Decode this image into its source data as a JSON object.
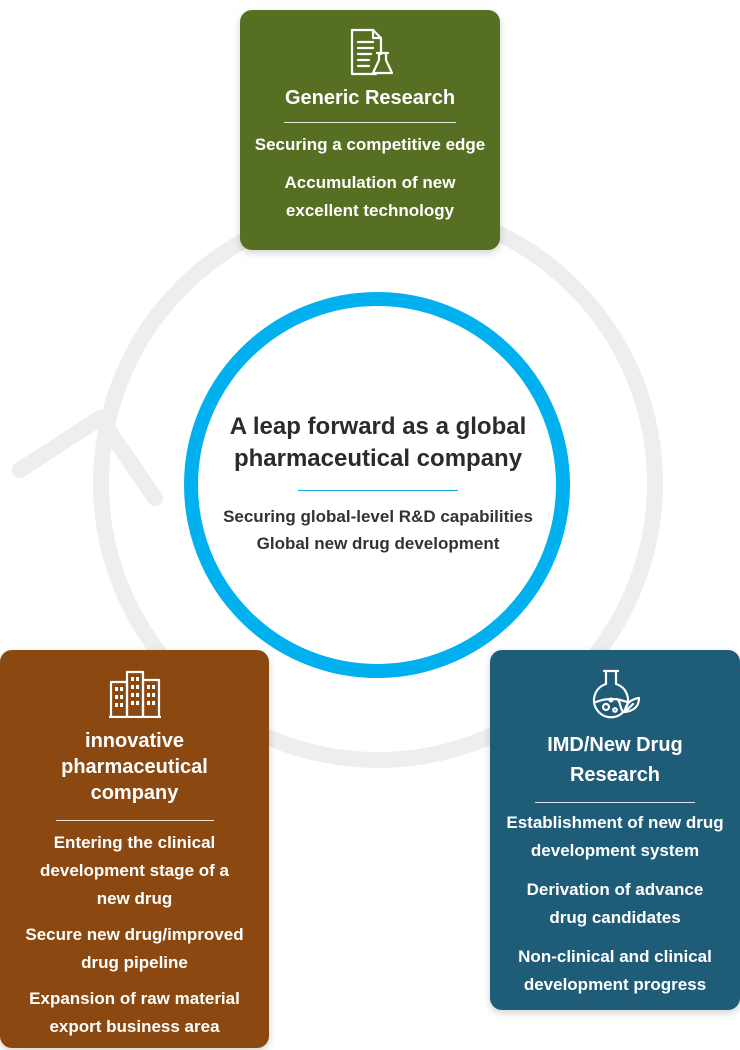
{
  "center": {
    "title": "A leap forward as a global pharmaceutical company",
    "lines": [
      "Securing global-level R&D capabilities",
      "Global new drug development"
    ]
  },
  "boxes": {
    "generic": {
      "title": "Generic Research",
      "icon": "document-flask-icon",
      "items": [
        "Securing a competitive edge",
        "Accumulation of new excellent technology"
      ]
    },
    "innovative": {
      "title": "innovative pharmaceutical company",
      "icon": "buildings-icon",
      "items": [
        "Entering the clinical development stage of a new drug",
        "Secure new drug/improved drug pipeline",
        "Expansion of raw material export business area"
      ]
    },
    "imd": {
      "title": "IMD/New Drug Research",
      "icon": "flask-leaf-icon",
      "items": [
        "Establishment of new drug development system",
        "Derivation of advance drug candidates",
        "Non-clinical and clinical development progress"
      ]
    }
  },
  "colors": {
    "generic": "#566f23",
    "innovative": "#8b4811",
    "imd": "#1f5c78",
    "center_ring": "#00b0ef",
    "cycle_arrow": "#eeeeee"
  }
}
